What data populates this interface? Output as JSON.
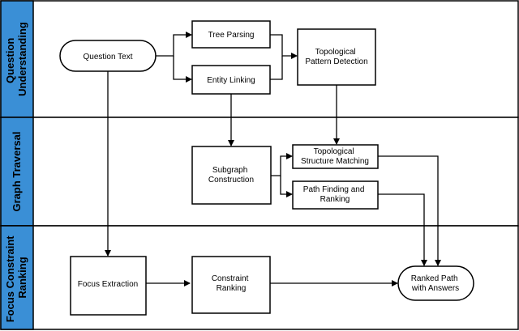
{
  "colors": {
    "lane_header": "#3a8fd6",
    "border": "#000000",
    "line": "#000000",
    "background": "#ffffff"
  },
  "lanes": [
    {
      "id": "question-understanding",
      "lines": [
        "Question",
        "Understanding"
      ]
    },
    {
      "id": "graph-traversal",
      "lines": [
        "Graph Traversal"
      ]
    },
    {
      "id": "focus-constraint-ranking",
      "lines": [
        "Focus Constraint",
        "Ranking"
      ]
    }
  ],
  "nodes": {
    "question_text": [
      "Question Text"
    ],
    "tree_parsing": [
      "Tree Parsing"
    ],
    "entity_linking": [
      "Entity Linking"
    ],
    "topological_pattern_detection": [
      "Topological",
      "Pattern Detection"
    ],
    "subgraph_construction": [
      "Subgraph",
      "Construction"
    ],
    "topological_structure_matching": [
      "Topological",
      "Structure Matching"
    ],
    "path_finding_and_ranking": [
      "Path Finding and",
      "Ranking"
    ],
    "focus_extraction": [
      "Focus Extraction"
    ],
    "constraint_ranking": [
      "Constraint",
      "Ranking"
    ],
    "ranked_path_with_answers": [
      "Ranked Path",
      "with Answers"
    ]
  }
}
